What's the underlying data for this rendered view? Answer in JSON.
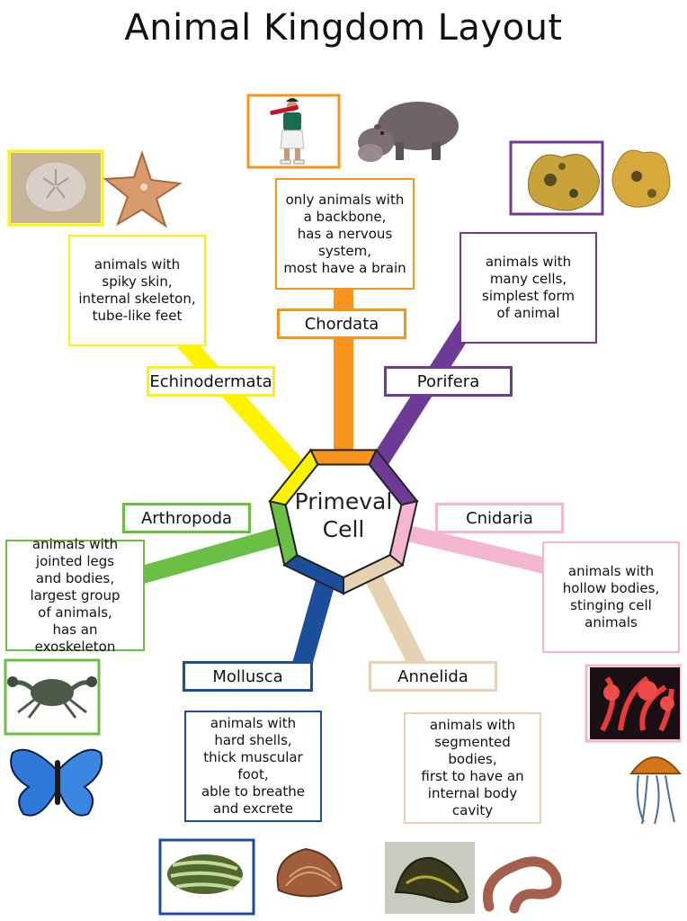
{
  "title": "Animal Kingdom Layout",
  "center_label": "Primeval\nCell",
  "phyla": [
    {
      "name": "Chordata",
      "color": "#f7941d",
      "description": "only animals with\na backbone,\nhas a nervous\nsystem,\nmost have a brain",
      "images": [
        "boy-with-bat",
        "hippopotamus"
      ]
    },
    {
      "name": "Porifera",
      "color": "#6d3b96",
      "description": "animals with\nmany cells,\nsimplest form\nof animal",
      "images": [
        "sponge",
        "sponge"
      ]
    },
    {
      "name": "Cnidaria",
      "color": "#f4b6cf",
      "description": "animals with\nhollow bodies,\nstinging cell\nanimals",
      "images": [
        "red-coral",
        "jellyfish"
      ]
    },
    {
      "name": "Annelida",
      "color": "#e6d2b3",
      "description": "animals with\nsegmented bodies,\nfirst to have an\ninternal body\ncavity",
      "images": [
        "leech",
        "earthworm"
      ]
    },
    {
      "name": "Mollusca",
      "color": "#1b4f9c",
      "description": "animals with\nhard shells,\nthick muscular foot,\nable to breathe\nand excrete",
      "images": [
        "zebra-mussel",
        "clam"
      ]
    },
    {
      "name": "Arthropoda",
      "color": "#6cbf45",
      "description": "animals with\njointed legs\nand bodies,\nlargest group\nof animals,\nhas an exoskeleton",
      "images": [
        "crab",
        "butterfly"
      ]
    },
    {
      "name": "Echinodermata",
      "color": "#fff200",
      "description": "animals with\nspiky skin,\ninternal skeleton,\ntube-like feet",
      "images": [
        "sand-dollar",
        "starfish"
      ]
    }
  ]
}
